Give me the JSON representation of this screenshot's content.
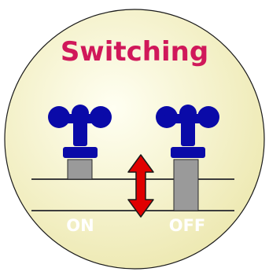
{
  "title": "Switching",
  "labels": {
    "on": "ON",
    "off": "OFF"
  },
  "icons": {
    "left_valve": "valve-handle-icon",
    "right_valve": "valve-handle-icon",
    "arrow": "double-arrow-vertical-icon"
  },
  "colors": {
    "background_light": "#fffff2",
    "background_dark": "#ece7ad",
    "title": "#d0185a",
    "valve": "#0a0aa8",
    "stem": "#9a9a9a",
    "lines": "#3d3d3d",
    "arrow": "#e00000",
    "label": "#ffffff"
  }
}
